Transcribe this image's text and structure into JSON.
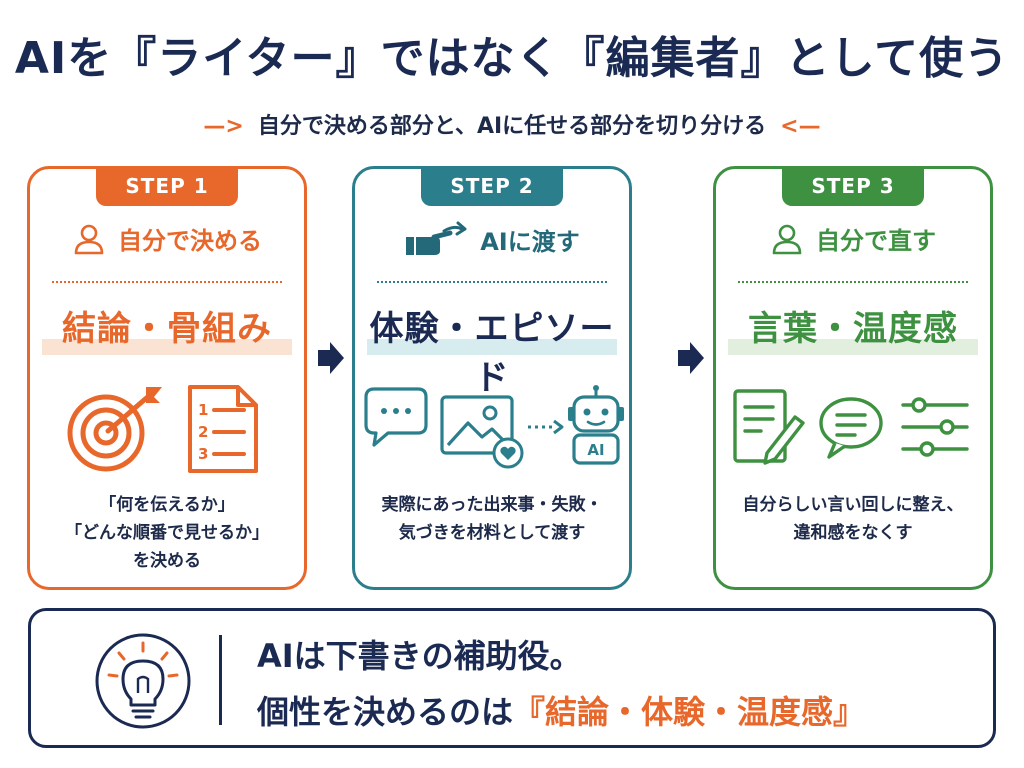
{
  "title": {
    "prefix": "AIを",
    "writer": "『ライター』",
    "middle": "ではなく",
    "editor": "『編集者』",
    "suffix": "として使う"
  },
  "subtitle": {
    "text": "自分で決める部分と、AIに任せる部分を切り分ける",
    "deco_left": "—>",
    "deco_right": "<—"
  },
  "steps": [
    {
      "badge": "STEP 1",
      "role": "自分で決める",
      "role_icon": "person-icon",
      "keyword": "結論・骨組み",
      "icons": [
        "target-icon",
        "numbered-list-icon"
      ],
      "list_numbers": [
        "1",
        "2",
        "3"
      ],
      "desc": [
        "「何を伝えるか」",
        "「どんな順番で見せるか」",
        "を決める"
      ],
      "color": "#e8672a"
    },
    {
      "badge": "STEP 2",
      "role": "AIに渡す",
      "role_icon": "hand-pass-icon",
      "keyword": "体験・エピソード",
      "icons": [
        "chat-bubble-icon",
        "photo-heart-icon",
        "robot-icon"
      ],
      "robot_label": "AI",
      "desc": [
        "実際にあった出来事・失敗・",
        "気づきを材料として渡す"
      ],
      "color": "#2b7f8c"
    },
    {
      "badge": "STEP 3",
      "role": "自分で直す",
      "role_icon": "person-icon",
      "keyword": "言葉・温度感",
      "icons": [
        "edit-document-icon",
        "speech-bubble-icon",
        "sliders-icon"
      ],
      "desc": [
        "自分らしい言い回しに整え、",
        "違和感をなくす"
      ],
      "color": "#3e9140"
    }
  ],
  "summary": {
    "icon": "lightbulb-icon",
    "line1": "AIは下書きの補助役。",
    "line2_prefix": "個性を決めるのは",
    "line2_accent": "『結論・体験・温度感』"
  },
  "colors": {
    "navy": "#1b2a52",
    "orange": "#e8672a",
    "teal": "#2b7f8c",
    "green": "#3e9140"
  }
}
